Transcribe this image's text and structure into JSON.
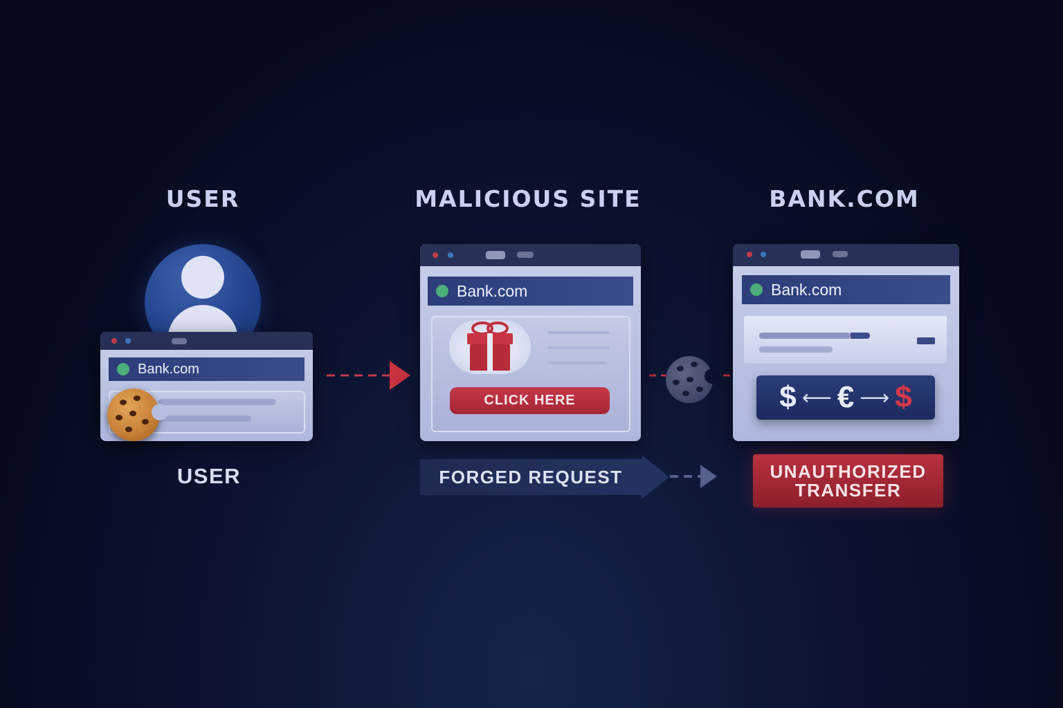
{
  "columns": {
    "user_title": "USER",
    "malicious_title": "MALICIOUS SITE",
    "bank_title": "BANK.COM"
  },
  "user_window": {
    "url": "Bank.com"
  },
  "malicious_window": {
    "url": "Bank.com",
    "button_label": "CLICK HERE"
  },
  "bank_window": {
    "url": "Bank.com",
    "transfer": {
      "from": "$",
      "via": "€",
      "to": "$"
    }
  },
  "labels": {
    "user": "USER",
    "forged_request": "FORGED REQUEST",
    "unauthorized": "UNAUTHORIZED\nTRANSFER"
  },
  "icons": [
    "user-avatar-icon",
    "cookie-icon",
    "gift-icon",
    "stolen-cookie-icon",
    "arrow-right-icon"
  ],
  "colors": {
    "accent_red": "#c53848",
    "url_green": "#4cae7a",
    "window_bar": "#273158",
    "background": "#070a1e"
  }
}
